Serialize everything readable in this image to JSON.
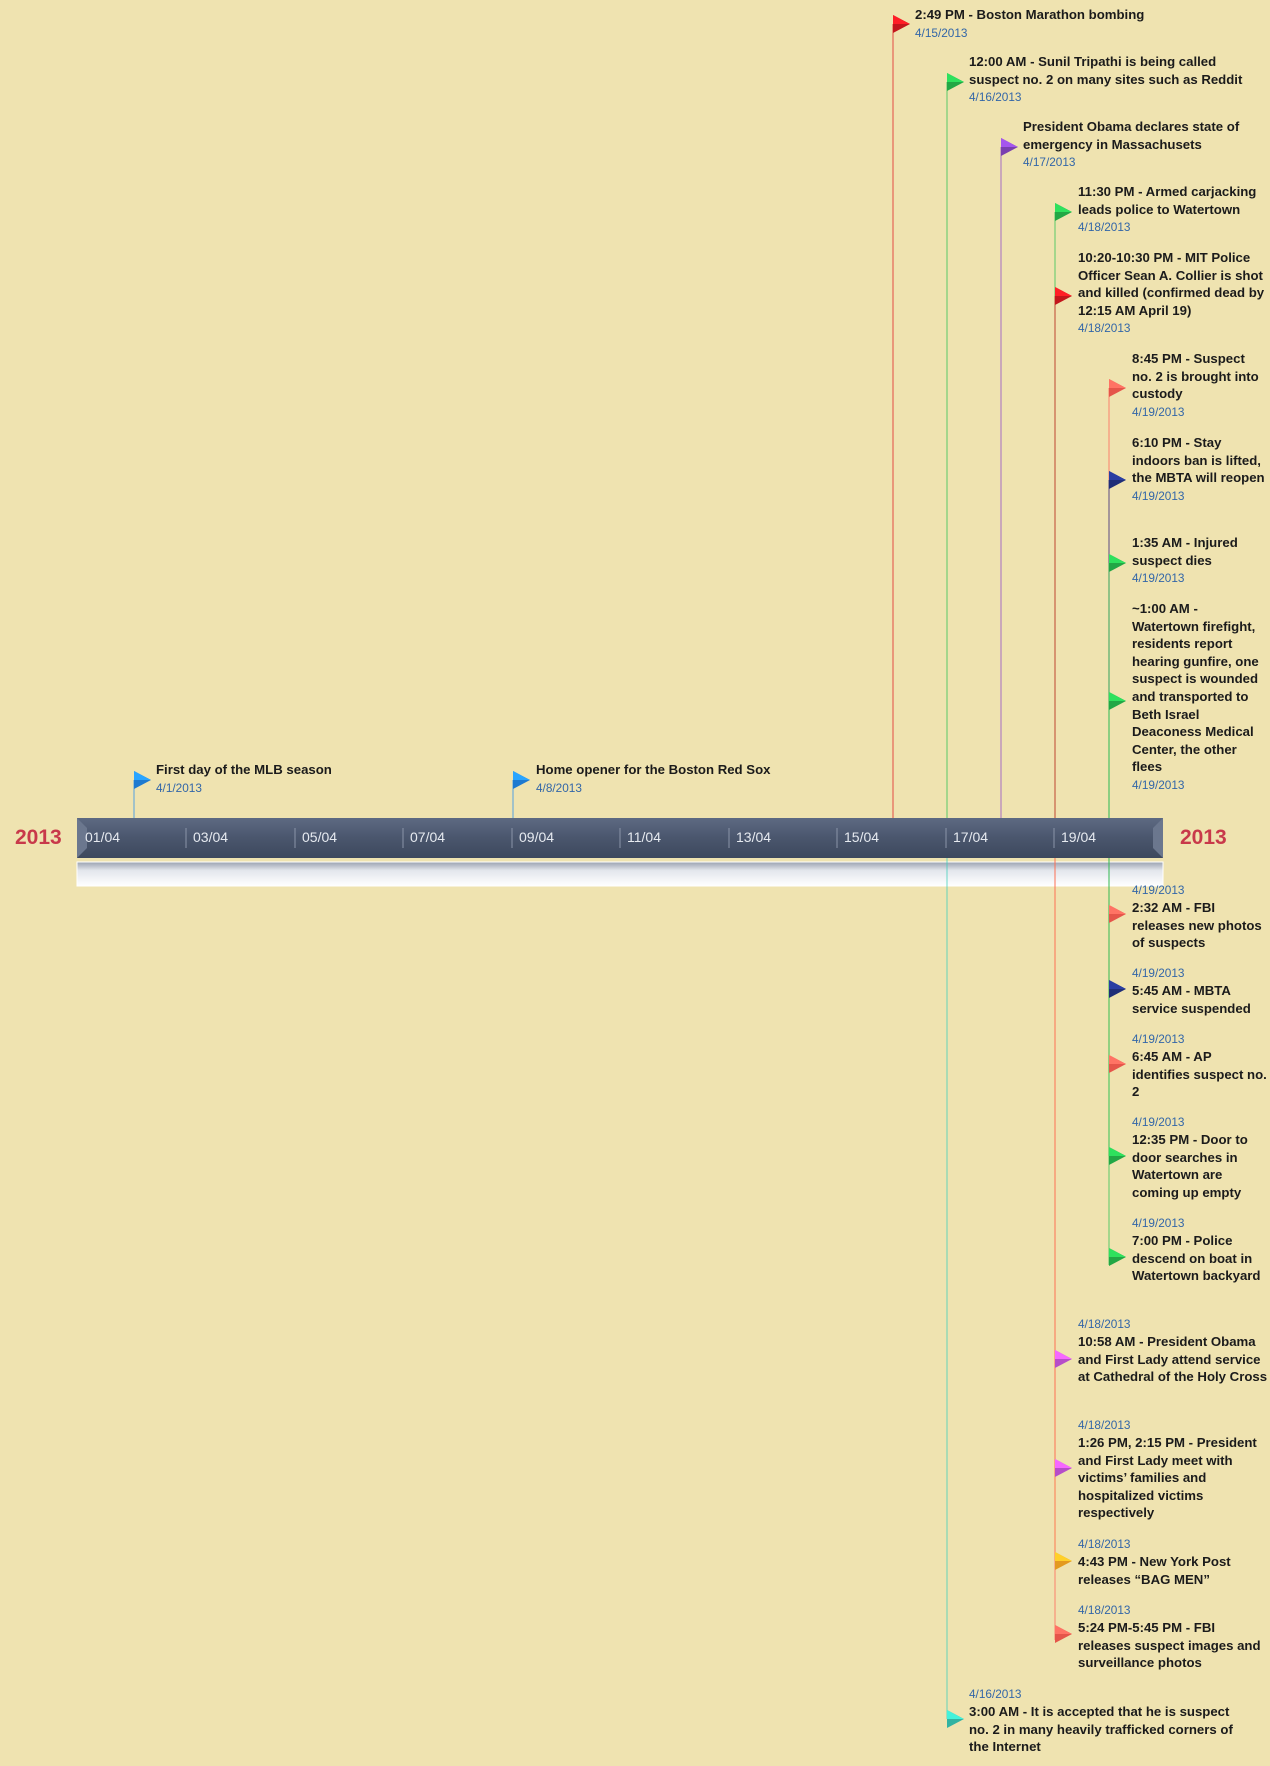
{
  "year_left": "2013",
  "year_right": "2013",
  "axis": {
    "ticks": [
      "01/04",
      "03/04",
      "05/04",
      "07/04",
      "09/04",
      "11/04",
      "13/04",
      "15/04",
      "17/04",
      "19/04"
    ]
  },
  "colors": {
    "background": "#efe3b0",
    "bar": "#4e5b72",
    "year": "#c8394a",
    "date": "#3266a8",
    "flag_red": "#c3161c",
    "flag_green": "#22a745",
    "flag_purple": "#7a3fb0",
    "flag_blue": "#1e7ad0",
    "flag_navy": "#1f2e78",
    "flag_salmon": "#e5554a",
    "flag_magenta": "#b64dc9",
    "flag_orange": "#e39a1f",
    "flag_teal": "#32b3a2"
  },
  "events": [
    {
      "title": "First day of the MLB season",
      "date": "4/1/2013",
      "color": "flag_blue"
    },
    {
      "title": "Home opener for the Boston Red Sox",
      "date": "4/8/2013",
      "color": "flag_blue"
    },
    {
      "title": "2:49 PM - Boston Marathon bombing",
      "date": "4/15/2013",
      "color": "flag_red"
    },
    {
      "title": "12:00 AM - Sunil Tripathi is being called suspect no. 2 on many sites such as Reddit",
      "date": "4/16/2013",
      "color": "flag_green"
    },
    {
      "title": "President Obama declares state of emergency in Massachusets",
      "date": "4/17/2013",
      "color": "flag_purple"
    },
    {
      "title": "11:30 PM - Armed carjacking leads police to Watertown",
      "date": "4/18/2013",
      "color": "flag_green"
    },
    {
      "title": "10:20-10:30  PM - MIT Police Officer Sean A. Collier is shot and killed (confirmed dead by 12:15 AM April 19)",
      "date": "4/18/2013",
      "color": "flag_red"
    },
    {
      "title": "8:45 PM - Suspect no. 2 is brought into custody",
      "date": "4/19/2013",
      "color": "flag_salmon"
    },
    {
      "title": "6:10 PM - Stay indoors ban is lifted, the MBTA will reopen",
      "date": "4/19/2013",
      "color": "flag_navy"
    },
    {
      "title": "1:35 AM - Injured suspect dies",
      "date": "4/19/2013",
      "color": "flag_green"
    },
    {
      "title": "~1:00 AM - Watertown firefight, residents report hearing gunfire, one suspect is wounded and transported to Beth Israel Deaconess Medical Center, the other flees",
      "date": "4/19/2013",
      "color": "flag_green"
    },
    {
      "title": "2:32 AM - FBI releases new photos of suspects",
      "date": "4/19/2013",
      "color": "flag_salmon"
    },
    {
      "title": "5:45 AM - MBTA service suspended",
      "date": "4/19/2013",
      "color": "flag_navy"
    },
    {
      "title": "6:45 AM - AP identifies suspect no. 2",
      "date": "4/19/2013",
      "color": "flag_salmon"
    },
    {
      "title": "12:35 PM - Door to door searches in Watertown are coming up empty",
      "date": "4/19/2013",
      "color": "flag_green"
    },
    {
      "title": "7:00 PM - Police descend on boat in Watertown backyard",
      "date": "4/19/2013",
      "color": "flag_green"
    },
    {
      "title": "10:58 AM - President Obama and First Lady attend service at Cathedral of the Holy Cross",
      "date": "4/18/2013",
      "color": "flag_magenta"
    },
    {
      "title": "1:26 PM, 2:15 PM - President and First Lady meet with victims’ families and hospitalized victims respectively",
      "date": "4/18/2013",
      "color": "flag_magenta"
    },
    {
      "title": "4:43 PM - New York Post releases “BAG MEN”",
      "date": "4/18/2013",
      "color": "flag_orange"
    },
    {
      "title": "5:24 PM-5:45 PM - FBI releases suspect images and surveillance photos",
      "date": "4/18/2013",
      "color": "flag_salmon"
    },
    {
      "title": "3:00 AM - It is accepted that he is suspect no. 2 in many heavily trafficked corners of the Internet",
      "date": "4/16/2013",
      "color": "flag_teal"
    }
  ]
}
